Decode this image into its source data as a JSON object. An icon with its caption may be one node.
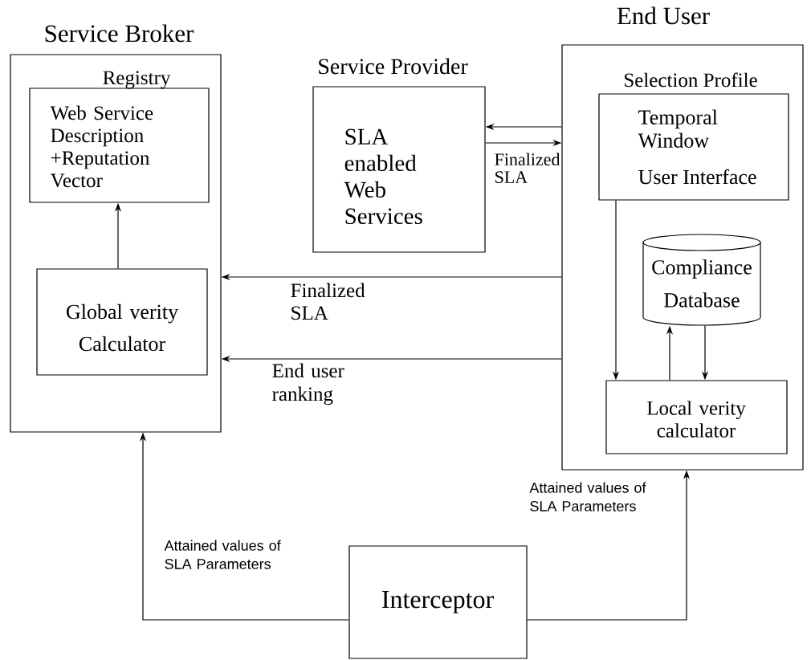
{
  "diagram": {
    "nodes": [
      {
        "text": [
          "Service Broker"
        ]
      },
      {
        "text": [
          "Registry",
          "Web Service Description +Reputation Vector"
        ],
        "in": 0
      },
      {
        "text": [
          "Global verity Calculator"
        ],
        "in": 0
      },
      {
        "text": [
          "Service Provider",
          "SLA enabled Web Services"
        ]
      },
      {
        "text": [
          "End User"
        ]
      },
      {
        "text": [
          "Selection Profile",
          "Temporal Window",
          "User Interface"
        ],
        "in": 4
      },
      {
        "text": [
          "Compliance Database"
        ],
        "in": 4
      },
      {
        "text": [
          "Local verity calculator"
        ],
        "in": 4
      },
      {
        "text": [
          "Interceptor"
        ]
      }
    ],
    "edges": [
      {
        "from": 2,
        "to": 1,
        "arrow": "to"
      },
      {
        "from": 4,
        "to": 3,
        "arrow": "to"
      },
      {
        "from": 3,
        "to": 4,
        "arrow": "to",
        "label": "Finalized SLA"
      },
      {
        "from": 4,
        "to": 0,
        "arrow": "to",
        "label": "Finalized SLA"
      },
      {
        "from": 4,
        "to": 0,
        "arrow": "to",
        "label": "End user ranking"
      },
      {
        "from": 5,
        "to": 7,
        "arrow": "to"
      },
      {
        "from": 7,
        "to": 6,
        "arrow": "to"
      },
      {
        "from": 6,
        "to": 7,
        "arrow": "to"
      },
      {
        "from": 8,
        "to": 0,
        "arrow": "to",
        "label": "Attained values of SLA Parameters"
      },
      {
        "from": 8,
        "to": 4,
        "arrow": "to",
        "label": "Attained values of SLA Parameters"
      }
    ]
  }
}
